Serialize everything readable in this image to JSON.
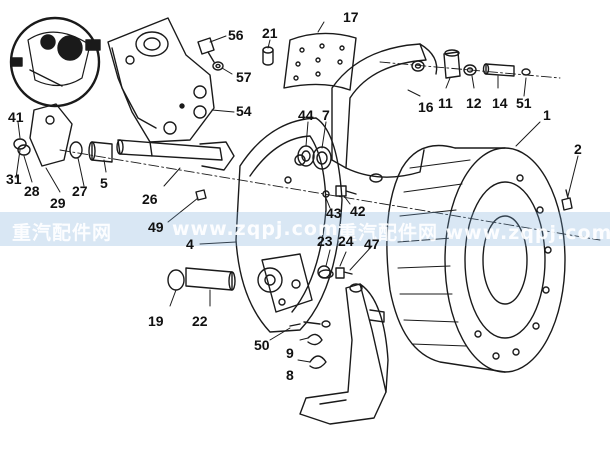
{
  "callouts": {
    "c1": "1",
    "c2": "2",
    "c4": "4",
    "c5": "5",
    "c7": "7",
    "c8": "8",
    "c9": "9",
    "c11": "11",
    "c12": "12",
    "c14": "14",
    "c16": "16",
    "c17": "17",
    "c19": "19",
    "c21": "21",
    "c22": "22",
    "c23": "23",
    "c24": "24",
    "c26": "26",
    "c27": "27",
    "c28": "28",
    "c29": "29",
    "c31": "31",
    "c41": "41",
    "c42": "42",
    "c43": "43",
    "c44": "44",
    "c47": "47",
    "c49": "49",
    "c50": "50",
    "c51": "51",
    "c54": "54",
    "c56": "56",
    "c57": "57"
  },
  "watermark": {
    "left_text": "重汽配件网",
    "middle_text": "www.zqpj.com",
    "right_text": "重汽配件网 www.zqpj.com"
  },
  "colors": {
    "line": "#1a1a1a",
    "watermark_band": "#78aad7"
  }
}
